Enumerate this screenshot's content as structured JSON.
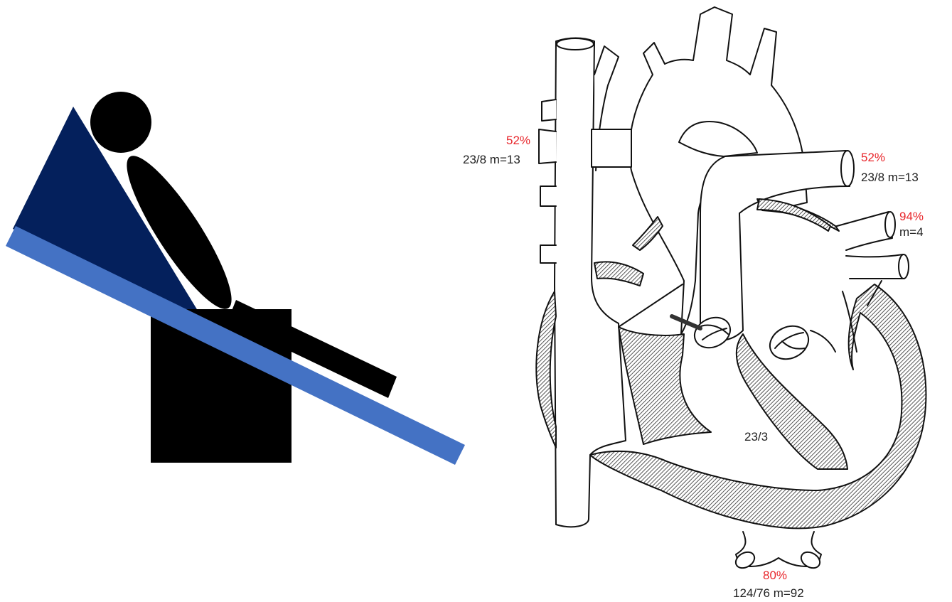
{
  "colors": {
    "wedge": "#04205c",
    "table": "#4472c4",
    "figure": "#000000",
    "saturation": "#e8262b",
    "pressure": "#222222",
    "hatch": "#8a8a8a"
  },
  "labels": {
    "svc_saturation": "52%",
    "svc_pressure": "23/8 m=13",
    "pa_saturation": "52%",
    "pa_pressure": "23/8 m=13",
    "pv_saturation": "94%",
    "pv_pressure": "m=4",
    "ventricle_pressure": "23/3",
    "aorta_saturation": "80%",
    "aorta_pressure": "124/76 m=92"
  }
}
